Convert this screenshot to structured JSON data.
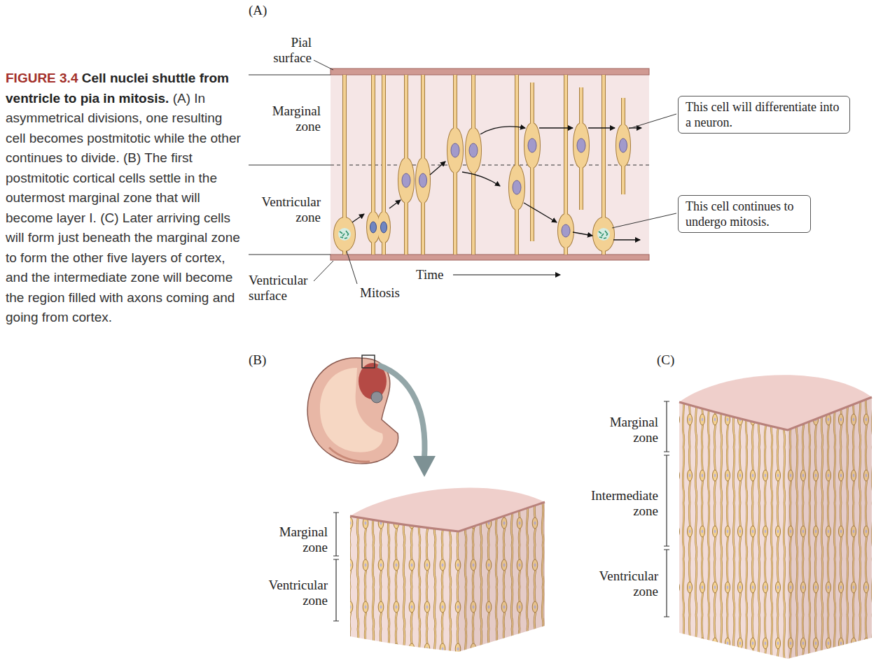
{
  "diagram": {
    "title": "Cell nuclei shuttle from ventricle to pia in mitosis.",
    "caption": "(A) In asymmetrical divisions, one resulting cell becomes postmitotic while the other continues to divide. (B) The first postmitotic cortical cells settle in the outermost marginal zone that will become layer I. (C) Later arriving cells will form just beneath the marginal zone to form the other five layers of cortex, and the intermediate zone will become the region filled with axons coming and going from cortex.",
    "nodes": [
      {
        "text": [
          "This cell will differentiate into a neuron."
        ]
      },
      {
        "text": [
          "This cell continues to undergo mitosis."
        ]
      }
    ],
    "labels": [
      "FIGURE 3.4",
      "(A)",
      "Pial surface",
      "Marginal zone",
      "Ventricular zone",
      "Ventricular surface",
      "Mitosis",
      "Time",
      "(B)",
      "Marginal zone",
      "Ventricular zone",
      "(C)",
      "Marginal zone",
      "Intermediate zone",
      "Ventricular zone"
    ]
  }
}
